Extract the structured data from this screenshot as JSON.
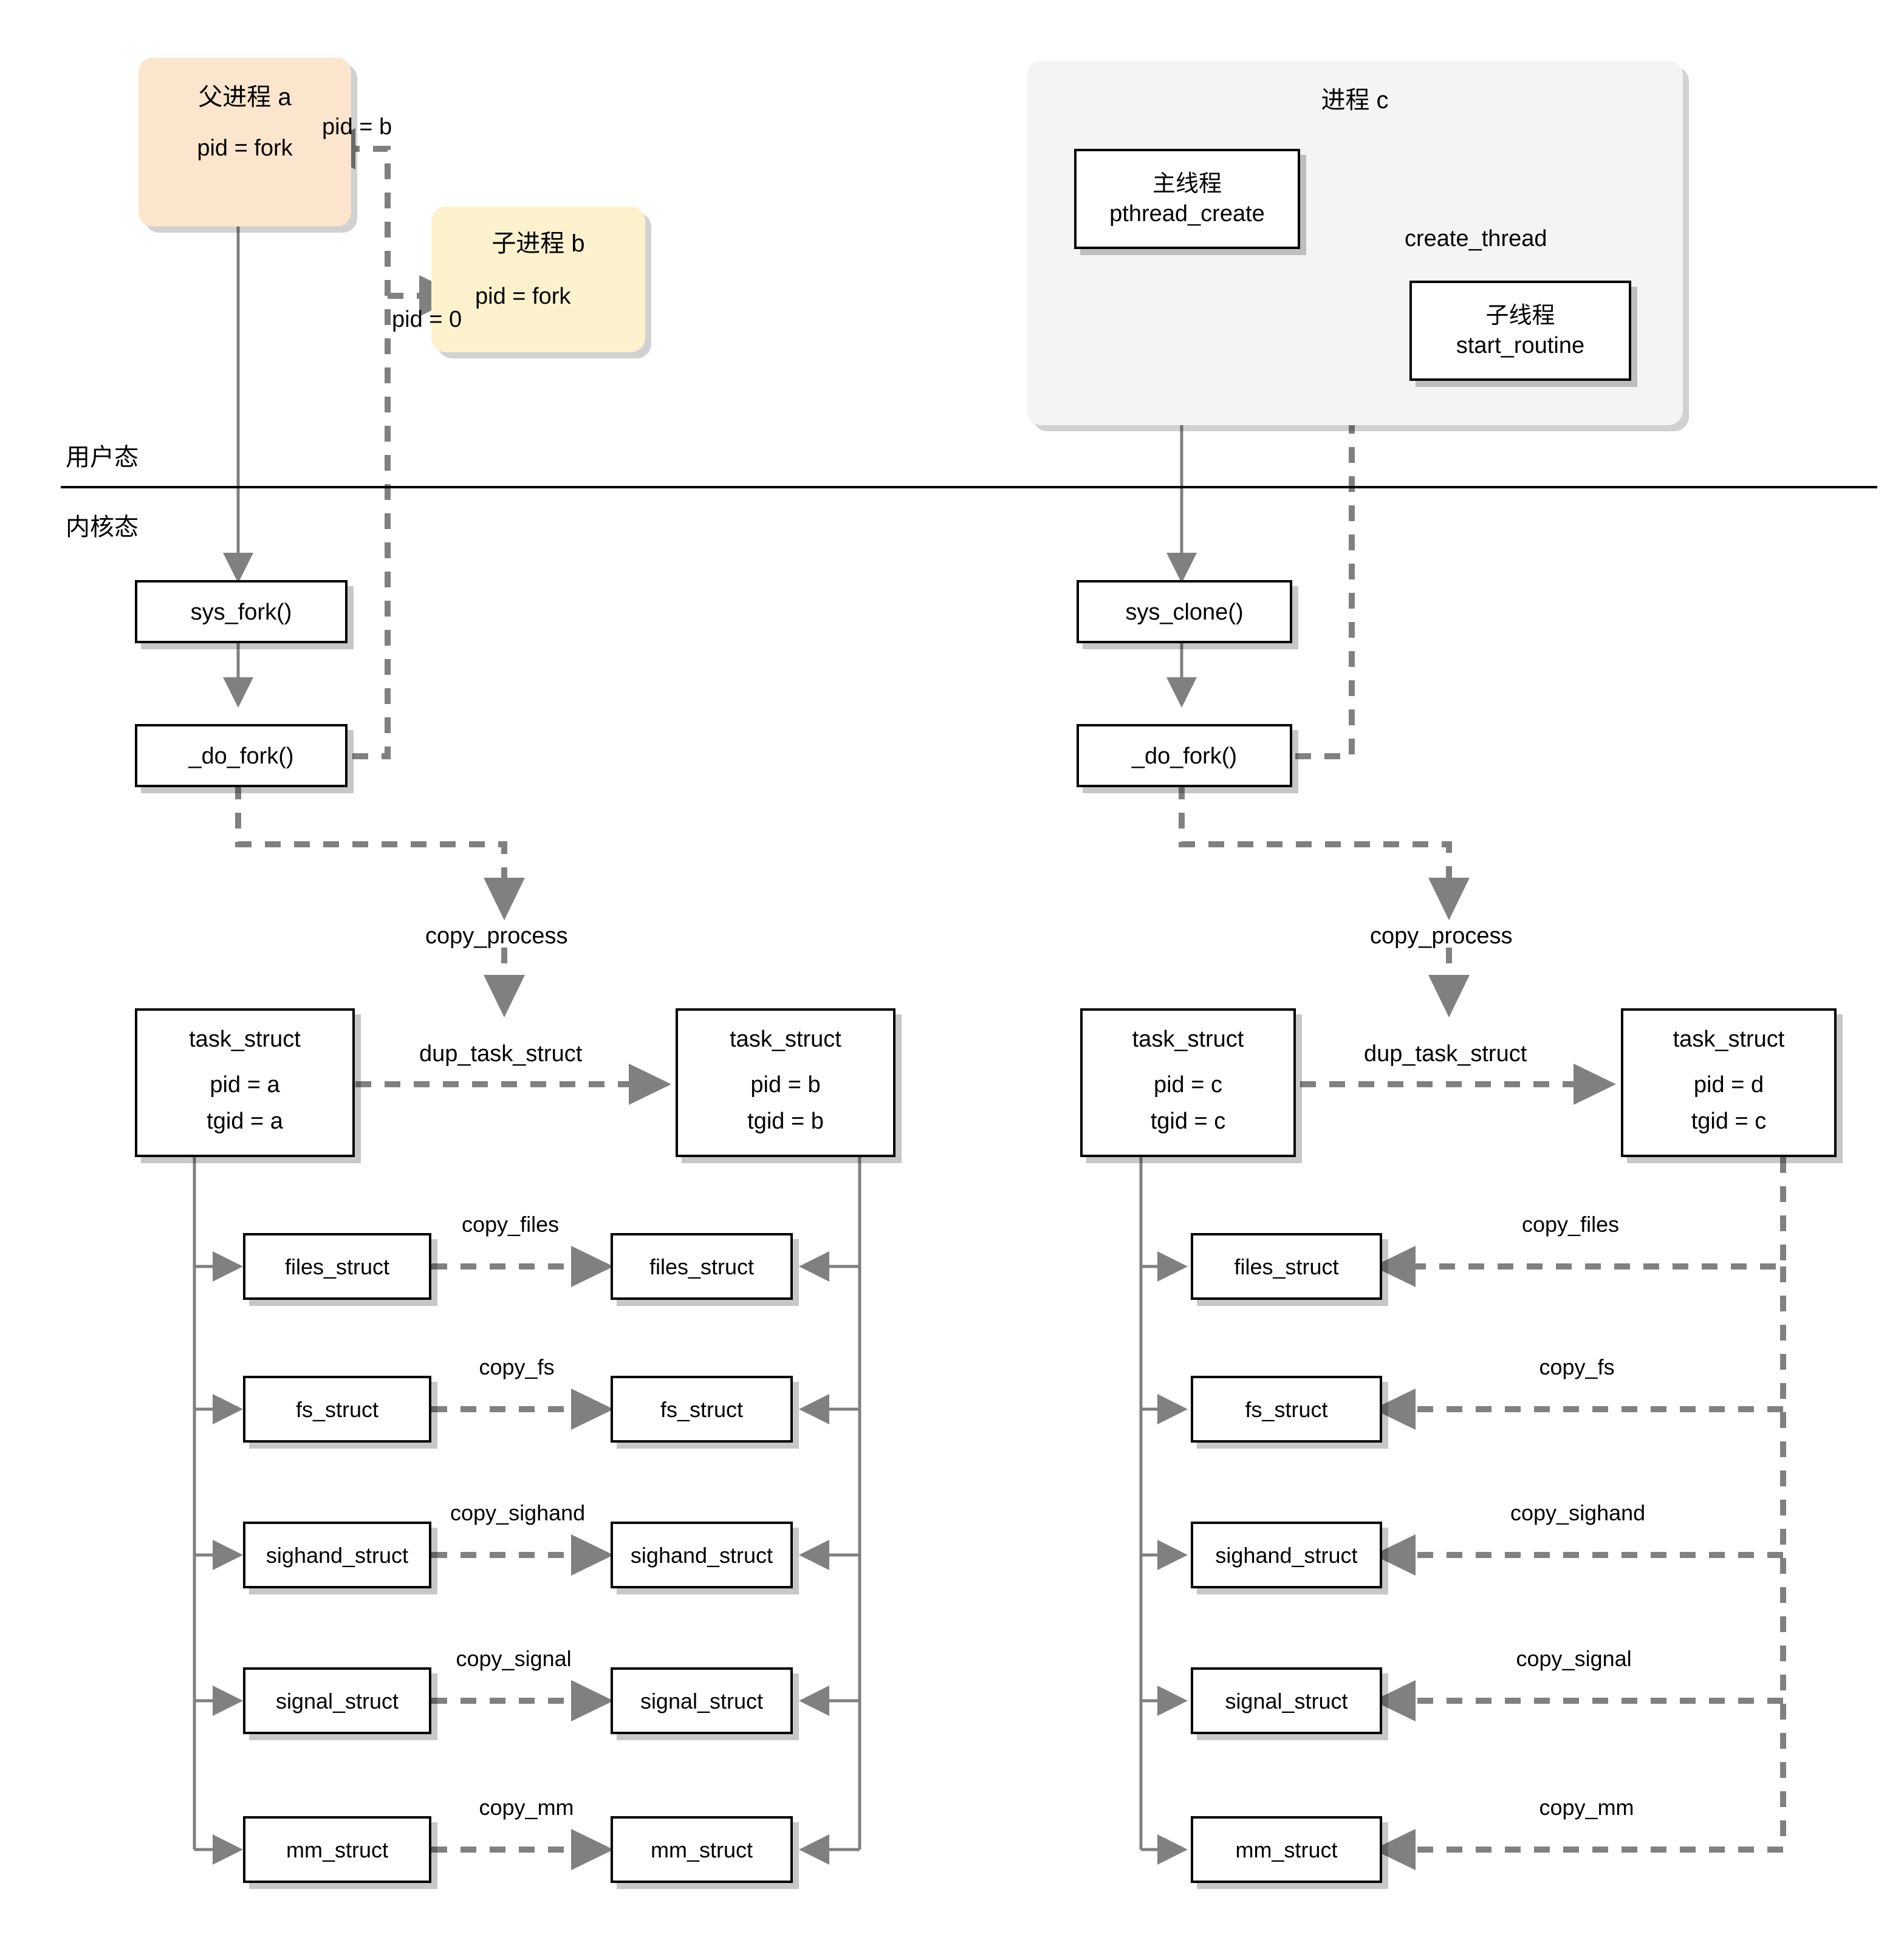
{
  "diagram": {
    "title": "Linux fork / pthread_create kernel flow",
    "mode_labels": {
      "user": "用户态",
      "kernel": "内核态"
    },
    "colors": {
      "parent_process_fill": "#fce5cd",
      "child_process_fill": "#fcf1cd",
      "process_c_fill": "#f4f4f4",
      "box_fill": "#ffffff",
      "box_stroke": "#000000",
      "solid_arrow": "#808080",
      "dashed_arrow": "#808080",
      "shadow": "#b3b3b3",
      "divider": "#000000"
    },
    "left_flow": {
      "parent_process": {
        "title": "父进程 a",
        "body": "pid = fork"
      },
      "child_process": {
        "title": "子进程 b",
        "body": "pid = fork"
      },
      "edge_labels": {
        "return_to_parent": "pid = b",
        "return_to_child": "pid = 0"
      },
      "kernel_calls": [
        {
          "label": "sys_fork()"
        },
        {
          "label": "_do_fork()"
        }
      ],
      "copy_process_label": "copy_process",
      "dup_task_struct_label": "dup_task_struct",
      "task_structs": [
        {
          "name": "task_struct",
          "pid": "pid = a",
          "tgid": "tgid = a"
        },
        {
          "name": "task_struct",
          "pid": "pid = b",
          "tgid": "tgid = b"
        }
      ],
      "resources": [
        {
          "left": "files_struct",
          "label": "copy_files",
          "right": "files_struct"
        },
        {
          "left": "fs_struct",
          "label": "copy_fs",
          "right": "fs_struct"
        },
        {
          "left": "sighand_struct",
          "label": "copy_sighand",
          "right": "sighand_struct"
        },
        {
          "left": "signal_struct",
          "label": "copy_signal",
          "right": "signal_struct"
        },
        {
          "left": "mm_struct",
          "label": "copy_mm",
          "right": "mm_struct"
        }
      ]
    },
    "right_flow": {
      "process_c": {
        "title": "进程 c",
        "main_thread": {
          "title": "主线程",
          "body": "pthread_create"
        },
        "child_thread": {
          "title": "子线程",
          "body": "start_routine"
        },
        "create_thread_label": "create_thread"
      },
      "kernel_calls": [
        {
          "label": "sys_clone()"
        },
        {
          "label": "_do_fork()"
        }
      ],
      "copy_process_label": "copy_process",
      "dup_task_struct_label": "dup_task_struct",
      "task_structs": [
        {
          "name": "task_struct",
          "pid": "pid = c",
          "tgid": "tgid = c"
        },
        {
          "name": "task_struct",
          "pid": "pid = d",
          "tgid": "tgid = c"
        }
      ],
      "resources": [
        {
          "left": "files_struct",
          "label": "copy_files"
        },
        {
          "left": "fs_struct",
          "label": "copy_fs"
        },
        {
          "left": "sighand_struct",
          "label": "copy_sighand"
        },
        {
          "left": "signal_struct",
          "label": "copy_signal"
        },
        {
          "left": "mm_struct",
          "label": "copy_mm"
        }
      ]
    }
  }
}
